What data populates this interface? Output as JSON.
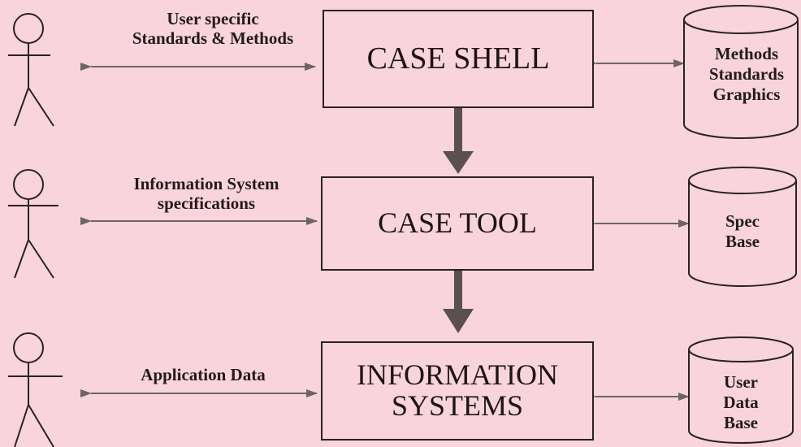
{
  "colors": {
    "background": "#f9d4dc",
    "line": "#2a2224",
    "arrow": "#6e6466",
    "flow_arrow": "#5a4f51"
  },
  "rows": [
    {
      "actor_icon": "stick-figure-icon",
      "label_lines": [
        "User specific",
        "Standards & Methods"
      ],
      "box_lines": [
        "CASE SHELL"
      ],
      "store_lines": [
        "Methods",
        "Standards",
        "Graphics"
      ]
    },
    {
      "actor_icon": "stick-figure-icon",
      "label_lines": [
        "Information System",
        "specifications"
      ],
      "box_lines": [
        "CASE TOOL"
      ],
      "store_lines": [
        "Spec",
        "Base"
      ]
    },
    {
      "actor_icon": "stick-figure-icon",
      "label_lines": [
        "Application Data"
      ],
      "box_lines": [
        "INFORMATION",
        "SYSTEMS"
      ],
      "store_lines": [
        "User",
        "Data",
        "Base"
      ]
    }
  ]
}
